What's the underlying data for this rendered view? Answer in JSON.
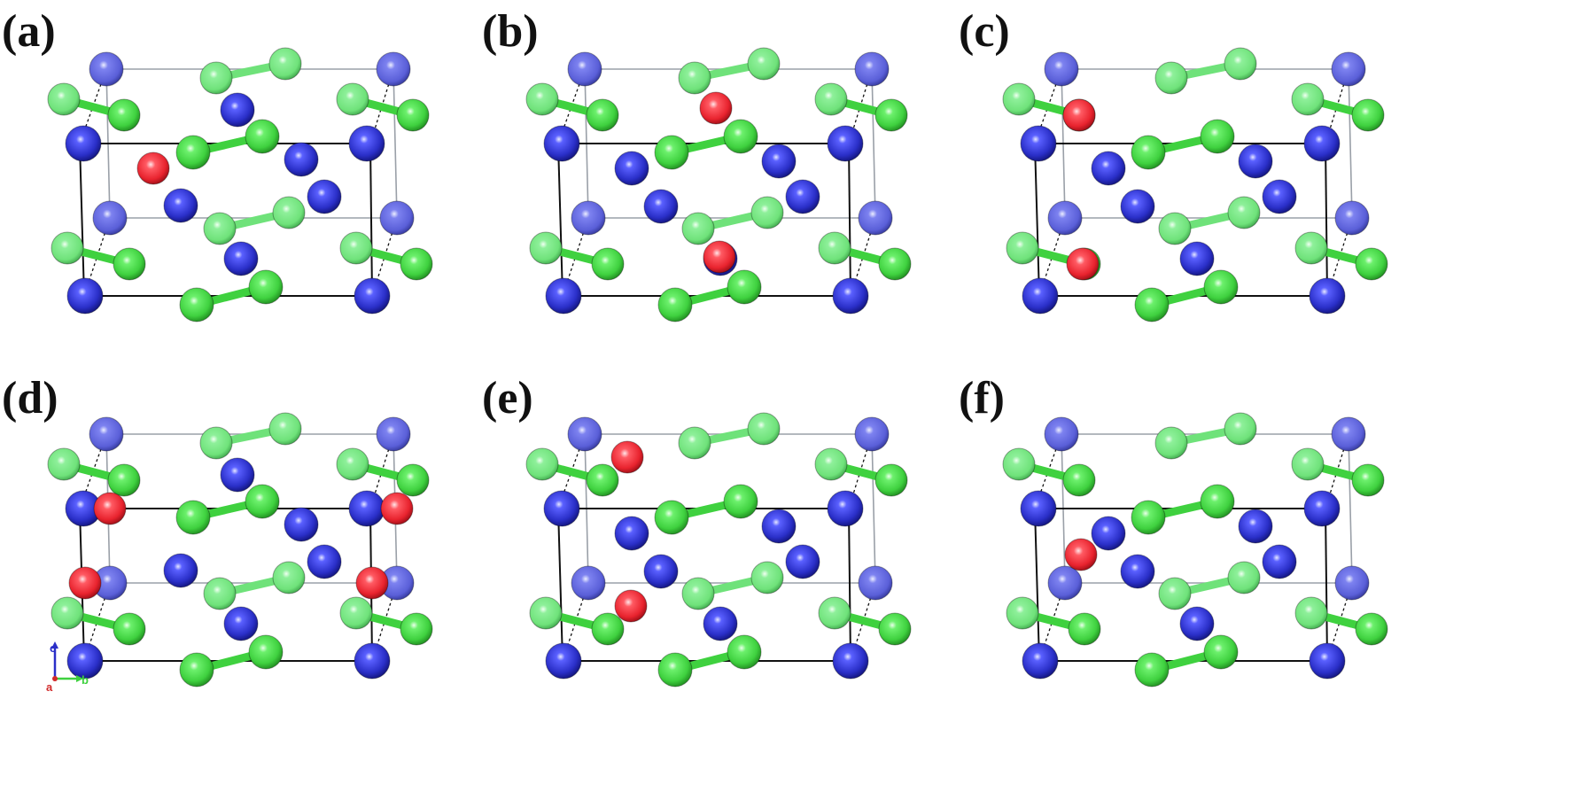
{
  "figure": {
    "panels": [
      {
        "label": "(a)",
        "vacancy_sites": [
          "r1",
          "r2"
        ]
      },
      {
        "label": "(b)",
        "vacancy_sites": [
          "r3",
          "r4"
        ]
      },
      {
        "label": "(c)",
        "vacancy_sites": [
          "r5",
          "r6"
        ]
      },
      {
        "label": "(d)",
        "vacancy_sites": [
          "r7",
          "r8",
          "r9",
          "r10"
        ]
      },
      {
        "label": "(e)",
        "vacancy_sites": [
          "r11",
          "r12"
        ]
      },
      {
        "label": "(f)",
        "vacancy_sites": [
          "r13"
        ]
      }
    ],
    "axes": {
      "c_label": "c",
      "b_label": "b",
      "a_label": "a"
    },
    "colors": {
      "blue_atom": "#2a2fc8",
      "blue_atom_back": "#5a5fd8",
      "green_atom": "#3fd13f",
      "green_atom_back": "#6fe27a",
      "red_atom": "#e8232e",
      "green_bond": "#3fd13f",
      "cell_edge": "#111111"
    }
  }
}
